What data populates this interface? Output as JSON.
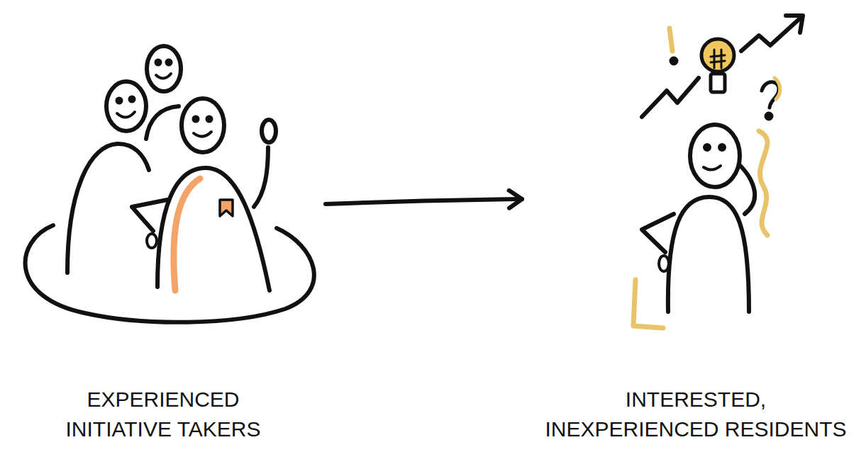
{
  "diagram": {
    "nodes": [
      {
        "text": [
          "EXPERIENCED INITIATIVE TAKERS"
        ]
      },
      {
        "text": [
          "INTERESTED, INEXPERIENCED RESIDENTS"
        ]
      }
    ],
    "edges": [
      {
        "from": 0,
        "to": 1,
        "arrow": "to"
      }
    ]
  }
}
